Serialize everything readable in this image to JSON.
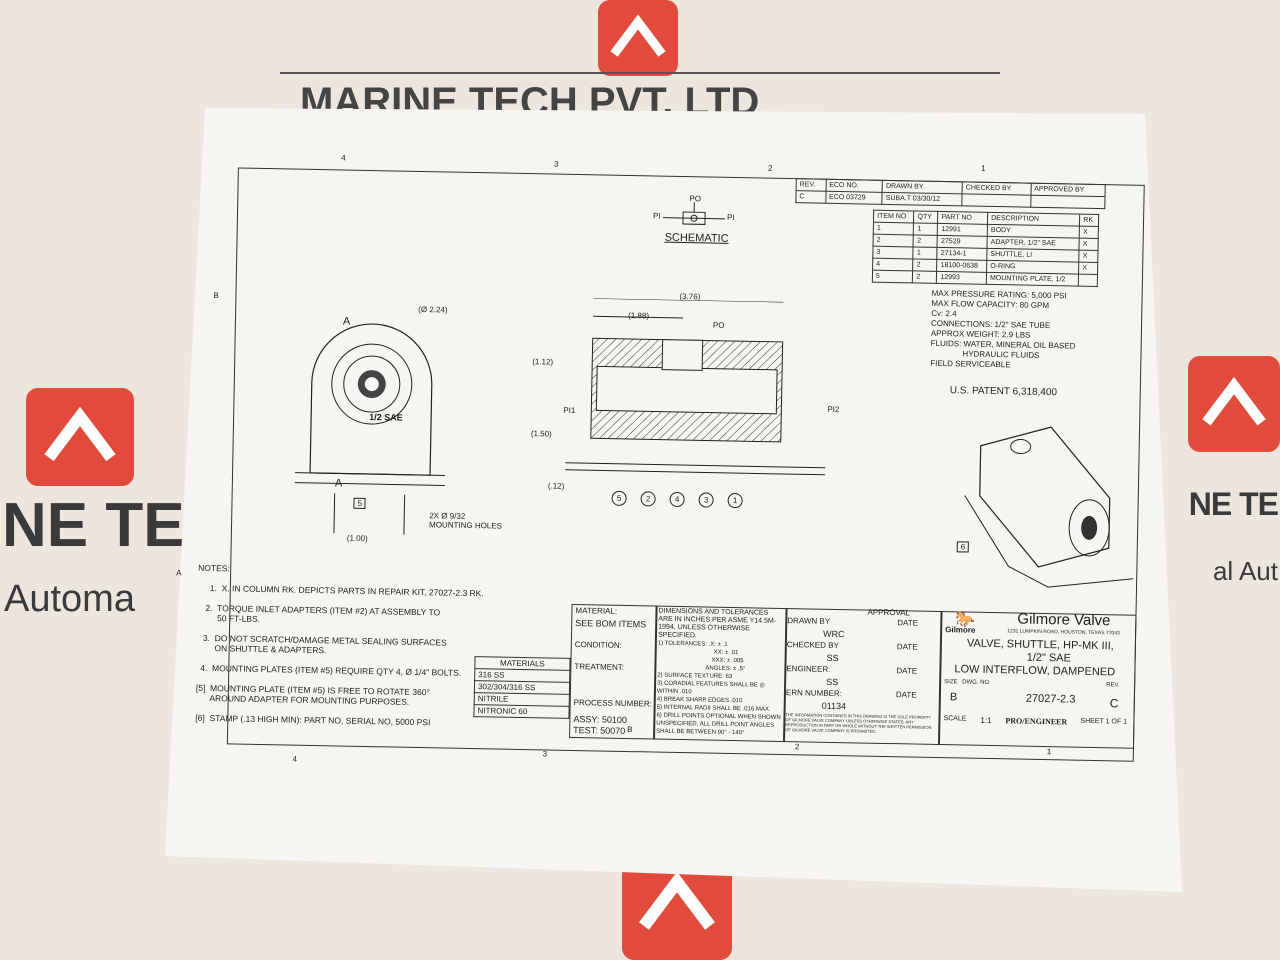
{
  "watermark": {
    "company_top": "MARINE TECH PVT. LTD",
    "left_text_1": "NE TEC",
    "left_text_2": "Automa",
    "right_text_1": "NE TE",
    "right_text_2": "al Aut",
    "brand_color": "#e24b3b"
  },
  "zones": {
    "top": [
      "4",
      "3",
      "2",
      "1"
    ],
    "bottom": [
      "4",
      "3",
      "2",
      "1"
    ],
    "side": [
      "B",
      "A"
    ]
  },
  "revision": {
    "headers": [
      "REV.",
      "ECO NO.",
      "DRAWN BY",
      "CHECKED BY",
      "APPROVED BY"
    ],
    "row": [
      "C",
      "ECO 03729",
      "SUBA.T 03/30/12",
      "",
      ""
    ]
  },
  "bom": {
    "headers": [
      "ITEM NO",
      "QTY",
      "PART NO",
      "DESCRIPTION",
      "RK"
    ],
    "rows": [
      [
        "1",
        "1",
        "12991",
        "BODY",
        "X"
      ],
      [
        "2",
        "2",
        "27529",
        "ADAPTER, 1/2\" SAE",
        "X"
      ],
      [
        "3",
        "1",
        "27134-1",
        "SHUTTLE, LI",
        "X"
      ],
      [
        "4",
        "2",
        "18100-0638",
        "O-RING",
        "X"
      ],
      [
        "5",
        "2",
        "12993",
        "MOUNTING PLATE, 1/2",
        ""
      ]
    ]
  },
  "specs": [
    "MAX PRESSURE RATING: 5,000 PSI",
    "MAX FLOW CAPACITY: 80 GPM",
    "Cv: 2.4",
    "CONNECTIONS: 1/2\" SAE TUBE",
    "APPROX WEIGHT: 2.9 LBS",
    "FLUIDS: WATER, MINERAL OIL BASED",
    "HYDRAULIC FLUIDS",
    "FIELD SERVICEABLE"
  ],
  "patent": "U.S. PATENT 6,318,400",
  "schematic": {
    "title": "SCHEMATIC",
    "po": "PO",
    "pi_left": "PI",
    "pi_right": "PI"
  },
  "end_view": {
    "dia": "(Ø 2.24)",
    "section": "A",
    "sae": "1/2 SAE",
    "width": "(1.00)",
    "note_item": "5",
    "holes": "2X Ø 9/32",
    "holes2": "MOUNTING HOLES"
  },
  "section_view": {
    "overall": "(3.76)",
    "half": "(1.88)",
    "h1": "(1.12)",
    "h2": "(1.50)",
    "base": "(.12)",
    "po": "PO",
    "pi1": "PI1",
    "pi2": "PI2",
    "balloons": [
      "5",
      "2",
      "4",
      "3",
      "1"
    ]
  },
  "iso_view": {
    "stamp_item": "6"
  },
  "notes": {
    "title": "NOTES:",
    "items": [
      "1.  X. IN COLUMN RK. DEPICTS PARTS IN REPAIR KIT, 27027-2.3 RK.",
      "2.  TORQUE INLET ADAPTERS (ITEM #2) AT ASSEMBLY TO\n     50 FT-LBS.",
      "3.  DO NOT SCRATCH/DAMAGE METAL SEALING SURFACES\n     ON SHUTTLE & ADAPTERS.",
      "4.  MOUNTING PLATES (ITEM #5) REQUIRE QTY 4, Ø 1/4\" BOLTS.",
      "[5]  MOUNTING PLATE (ITEM #5) IS FREE TO ROTATE 360°\n      AROUND ADAPTER FOR MOUNTING PURPOSES.",
      "[6]  STAMP (.13 HIGH MIN): PART NO, SERIAL NO, 5000 PSI"
    ]
  },
  "materials": {
    "header": "MATERIALS",
    "rows": [
      "316 SS",
      "302/304/316 SS",
      "NITRILE",
      "NITRONIC 60"
    ]
  },
  "title_block": {
    "material_label": "MATERIAL:",
    "material": "SEE BOM ITEMS",
    "condition": "CONDITION:",
    "treatment": "TREATMENT:",
    "process": "PROCESS NUMBER:",
    "assy": "ASSY: 50100",
    "test": "TEST: 50070",
    "rev_tri": "B",
    "dims": "DIMENSIONS AND TOLERANCES ARE IN INCHES PER ASME Y14.5M-1994, UNLESS OTHERWISE SPECIFIED.",
    "tol": [
      "1) TOLERANCES:   .X: ± .1",
      "XX: ± .01",
      "XXX: ± .005",
      "ANGLES: ± .5°",
      "2) SURFACE TEXTURE: 63",
      "3) CORADIAL FEATURES SHALL BE ◎ WITHIN .010",
      "4) BREAK SHARP EDGES .010",
      "5) INTERNAL RADII SHALL BE .016 MAX.",
      "6) DRILL POINTS OPTIONAL WHEN SHOWN UNSPECIFIED, ALL DRILL POINT ANGLES SHALL BE BETWEEN 90° - 140°"
    ],
    "approval": "APPROVAL",
    "date": "DATE",
    "drawn_by": "DRAWN BY",
    "drawn": "WRC",
    "checked_by": "CHECKED BY",
    "checked": "SS",
    "engineer_label": "ENGINEER:",
    "engineer": "SS",
    "ern_label": "ERN NUMBER:",
    "ern": "01134",
    "proprietary": "THE INFORMATION CONTAINED IN THIS DRAWING IS THE SOLE PROPERTY OF GILMORE VALVE COMPANY UNLESS OTHERWISE STATED. ANY REPRODUCTION IN PART OR WHOLE WITHOUT THE WRITTEN PERMISSION OF GILMORE VALVE COMPANY IS PROHIBITED.",
    "company": "Gilmore Valve",
    "logo_text": "Gilmore",
    "address": "1231 LUMPKIN ROAD, HOUSTON, TEXAS 77043",
    "title1": "VALVE, SHUTTLE, HP-MK III,",
    "title2": "1/2\" SAE",
    "title3": "LOW INTERFLOW, DAMPENED",
    "size_label": "SIZE",
    "size": "B",
    "dwg_label": "DWG. NO.",
    "dwg": "27027-2.3",
    "rev_label": "REV.",
    "rev": "C",
    "scale_label": "SCALE",
    "scale": "1:1",
    "software": "PRO/ENGINEER",
    "sheet": "SHEET  1  OF  1"
  }
}
